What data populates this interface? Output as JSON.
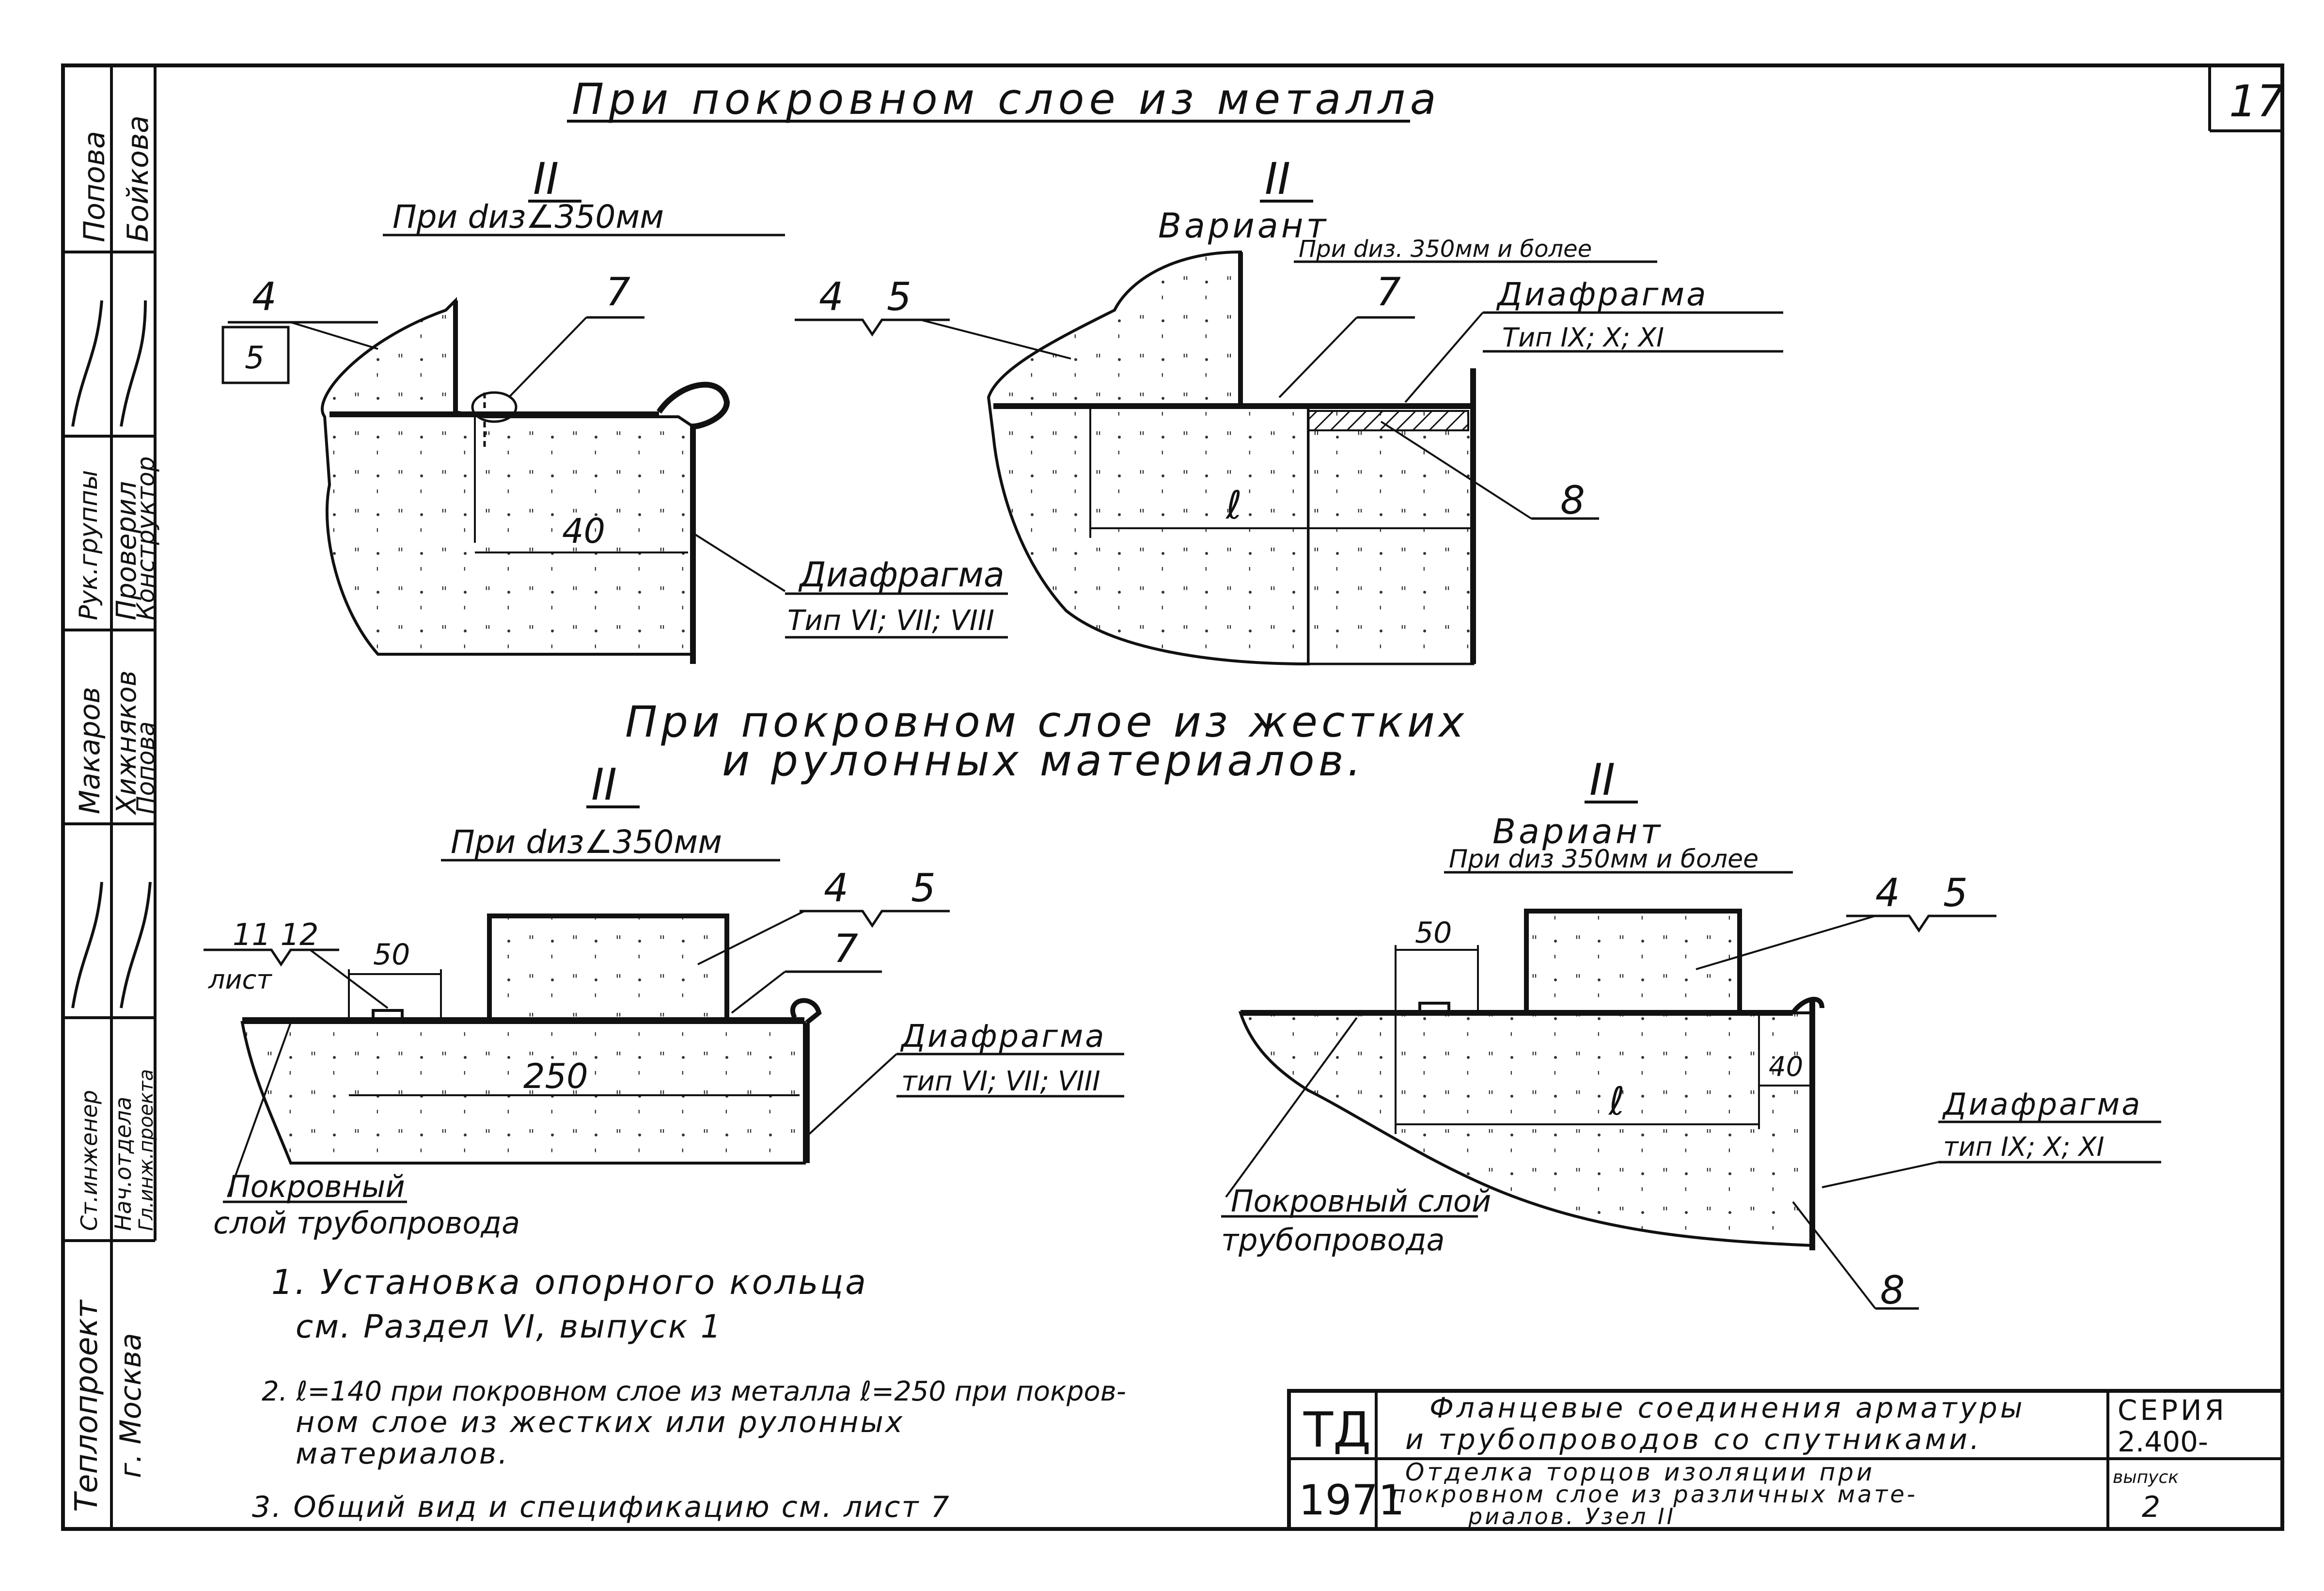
{
  "sheet_number": "17",
  "top_heading": "При покровном слое из металла",
  "mid_heading_line1": "При покровном слое из жестких",
  "mid_heading_line2": "и рулонных материалов.",
  "d1": {
    "roman": "II",
    "subtitle": "При dиз∠350мм",
    "callout_4": "4",
    "callout_5": "5",
    "callout_7": "7",
    "dim_40": "40",
    "diaphragm_label": "Диафрагма",
    "diaphragm_type": "Тип VI; VII; VIII"
  },
  "d2": {
    "roman": "II",
    "variant": "Вариант",
    "subtitle": "При dиз. 350мм и более",
    "callout_4": "4",
    "callout_5": "5",
    "callout_7": "7",
    "callout_8": "8",
    "dim_l": "ℓ",
    "diaphragm_label": "Диафрагма",
    "diaphragm_type": "Тип IX; X; XI"
  },
  "d3": {
    "roman": "II",
    "subtitle": "При dиз∠350мм",
    "callout_11_12": "11  12",
    "list_label": "лист",
    "dim_50": "50",
    "callout_4": "4",
    "callout_5": "5",
    "callout_7": "7",
    "dim_250": "250",
    "diaphragm_label": "Диафрагма",
    "diaphragm_type": "тип VI; VII; VIII",
    "cover_label_1": "Покровный",
    "cover_label_2": "слой трубопровода"
  },
  "d4": {
    "roman": "II",
    "variant": "Вариант",
    "subtitle": "При dиз 350мм и более",
    "dim_50": "50",
    "callout_4": "4",
    "callout_5": "5",
    "dim_40": "40",
    "dim_l": "ℓ",
    "callout_8": "8",
    "diaphragm_label": "Диафрагма",
    "diaphragm_type": "тип IX; X; XI",
    "cover_label_1": "Покровный слой",
    "cover_label_2": "трубопровода"
  },
  "notes": [
    "1. Установка опорного кольца",
    "см. Раздел VI, выпуск 1",
    "2. ℓ=140 при покровном слое из металла ℓ=250 при покров-",
    "ном слое из жестких или рулонных",
    "материалов.",
    "3. Общий вид и спецификацию см. лист 7"
  ],
  "sidebar": {
    "org": "Теплопроект",
    "city": "г. Москва",
    "row1": [
      "Попова",
      "Бойкова"
    ],
    "row2": [
      "Рук.группы",
      "Проверил",
      "Конструктор"
    ],
    "row3": [
      "Макаров",
      "Хижняков",
      "Попова"
    ],
    "row4": [
      "Ст.инженер",
      "Нач.отдела",
      "Гл.инж.проекта"
    ]
  },
  "title_block": {
    "td": "ТД",
    "year": "1971",
    "title1_line1": "Фланцевые соединения арматуры",
    "title1_line2": "и трубопроводов со спутниками.",
    "title2_line1": "Отделка торцов изоляции при",
    "title2_line2": "покровном слое из различных мате-",
    "title2_line3": "риалов. Узел II",
    "series_label": "СЕРИЯ",
    "series_value": "2.400-",
    "issue_label": "выпуск",
    "issue_value": "2"
  }
}
